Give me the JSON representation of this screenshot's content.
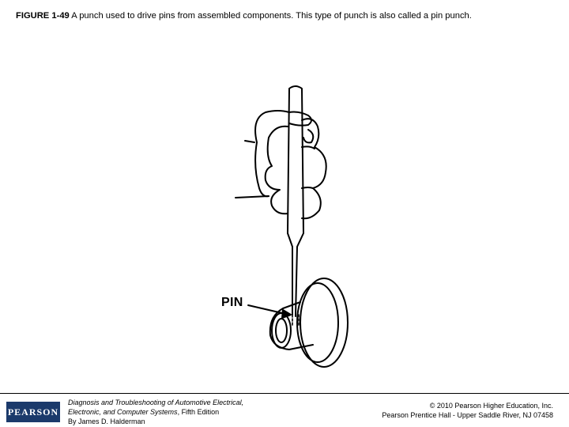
{
  "caption": {
    "label": "FIGURE 1-49",
    "text": " A punch used to drive pins from assembled components. This type of punch is also called a pin punch."
  },
  "figure": {
    "pin_label": "PIN"
  },
  "footer": {
    "logo_text": "PEARSON",
    "book_title_line1": "Diagnosis and Troubleshooting of Automotive Electrical,",
    "book_title_line2": "Electronic, and Computer Systems",
    "book_edition": ", Fifth Edition",
    "author": "By James D. Halderman",
    "copyright_line1": "© 2010 Pearson Higher Education, Inc.",
    "copyright_line2": "Pearson Prentice Hall - Upper Saddle River, NJ 07458"
  }
}
